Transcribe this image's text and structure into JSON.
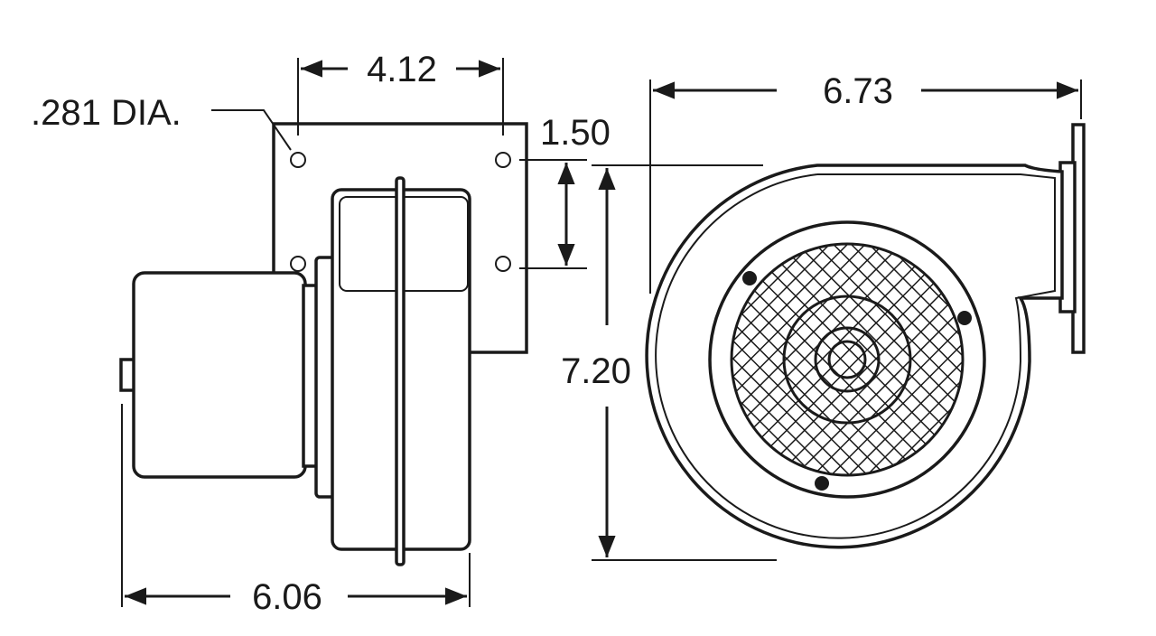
{
  "diagram": {
    "views": [
      "side-view",
      "front-view"
    ],
    "dimensions": {
      "plate_hole_spacing_width": "4.12",
      "hole_diameter": ".281 DIA.",
      "plate_hole_spacing_height": "1.50",
      "overall_width_front": "6.73",
      "overall_height": "7.20",
      "overall_depth_side": "6.06"
    },
    "colors": {
      "line": "#1a1a1a",
      "background": "#ffffff"
    }
  }
}
